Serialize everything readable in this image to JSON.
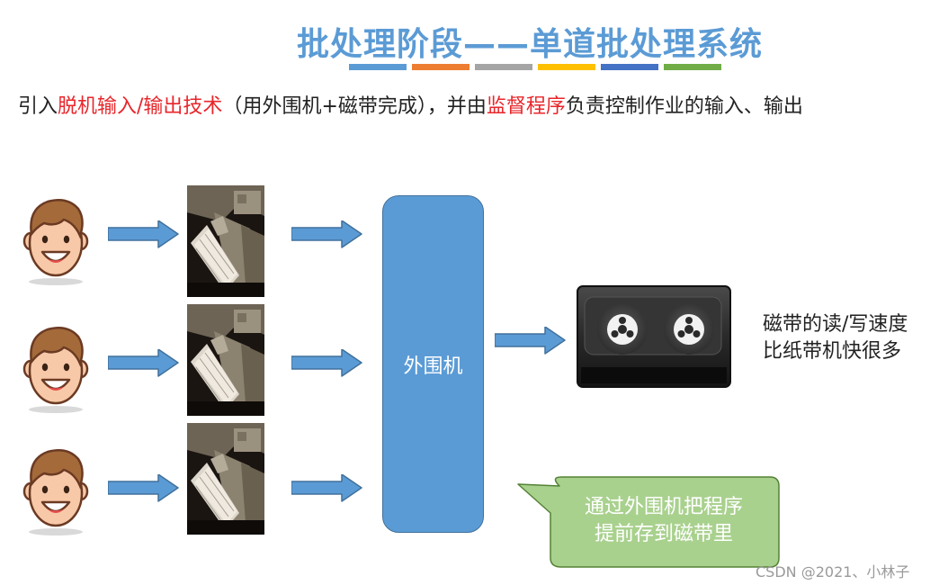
{
  "title": "批处理阶段——单道批处理系统",
  "title_bar_colors": [
    "#5b9bd5",
    "#ed7d31",
    "#a5a5a5",
    "#ffc000",
    "#4472c4",
    "#70ad47"
  ],
  "subtitle": {
    "part1": "引入",
    "highlight1": "脱机输入/输出技术",
    "part2": "（用外围机+磁带完成），并由",
    "highlight2": "监督程序",
    "part3": "负责控制作业的输入、输出"
  },
  "peripheral": {
    "label": "外围机"
  },
  "tape_note": {
    "line1": "磁带的读/写速度",
    "line2": "比纸带机快很多"
  },
  "callout": {
    "line1": "通过外围机把程序",
    "line2": "提前存到磁带里"
  },
  "watermark": "CSDN @2021、小林子",
  "colors": {
    "accent": "#5b9bd5",
    "highlight": "#e8262b",
    "callout": "#a9d18e"
  }
}
